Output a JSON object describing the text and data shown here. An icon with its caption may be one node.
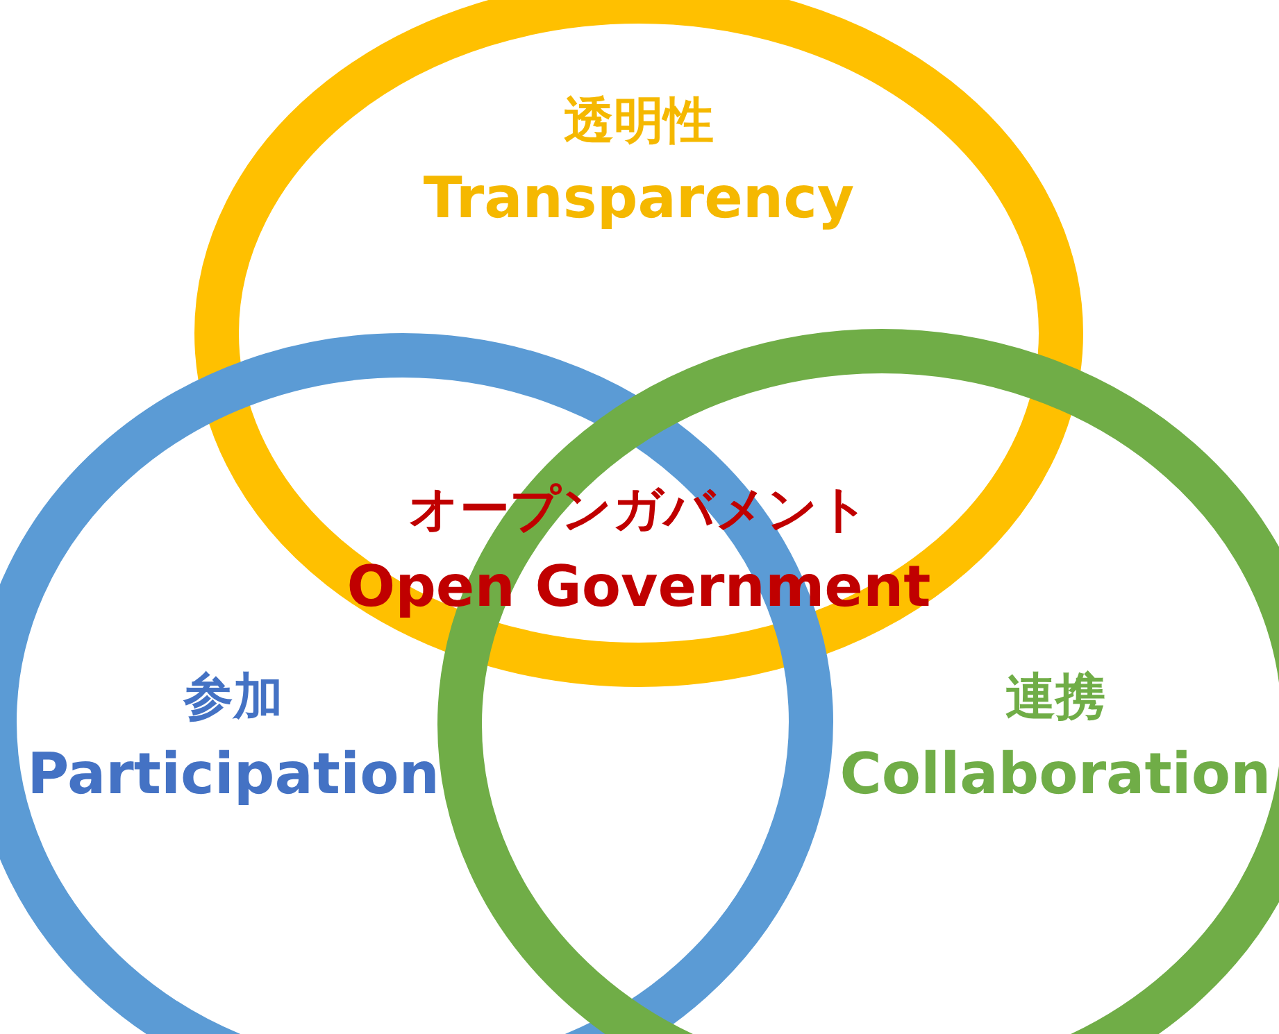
{
  "diagram": {
    "nodes": [
      {
        "text": [
          "透明性",
          "Transparency"
        ]
      },
      {
        "text": [
          "参加",
          "Participation"
        ]
      },
      {
        "text": [
          "連携",
          "Collaboration"
        ]
      }
    ],
    "labels": [
      "オープンガバメント",
      "Open Government"
    ]
  }
}
